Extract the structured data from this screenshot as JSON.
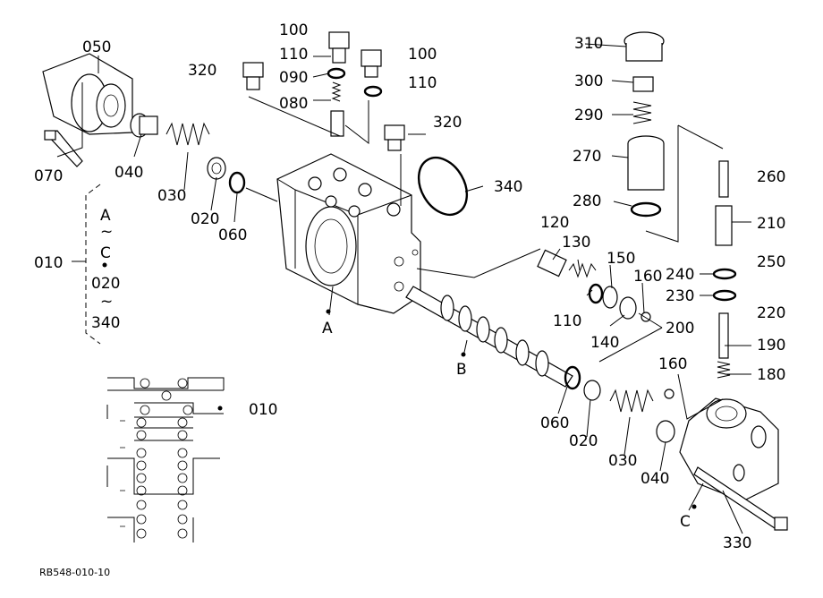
{
  "drawing_code": "RB548-010-10",
  "labels": {
    "p050": "050",
    "p070": "070",
    "p040a": "040",
    "p030a": "030",
    "p020a": "020",
    "p060a": "060",
    "p010": "010",
    "brA": "A",
    "brC": "C",
    "br020": "020",
    "br340": "340",
    "tildeA": "~",
    "tildeB": "~",
    "p100a": "100",
    "p110a": "110",
    "p090": "090",
    "p080": "080",
    "p100b": "100",
    "p110b": "110",
    "p320a": "320",
    "p320b": "320",
    "p340": "340",
    "refA": "A",
    "refB": "B",
    "refC": "C",
    "p310": "310",
    "p300": "300",
    "p290": "290",
    "p270": "270",
    "p280": "280",
    "p260": "260",
    "p210": "210",
    "p250": "250",
    "p240": "240",
    "p230": "230",
    "p220": "220",
    "p190": "190",
    "p180": "180",
    "p200": "200",
    "p160a": "160",
    "p160b": "160",
    "p120": "120",
    "p130": "130",
    "p150": "150",
    "p110c": "110",
    "p140": "140",
    "p060b": "060",
    "p020b": "020",
    "p030b": "030",
    "p040b": "040",
    "p330": "330",
    "p010b": "010"
  },
  "colors": {
    "line": "#000000",
    "background": "#ffffff"
  }
}
